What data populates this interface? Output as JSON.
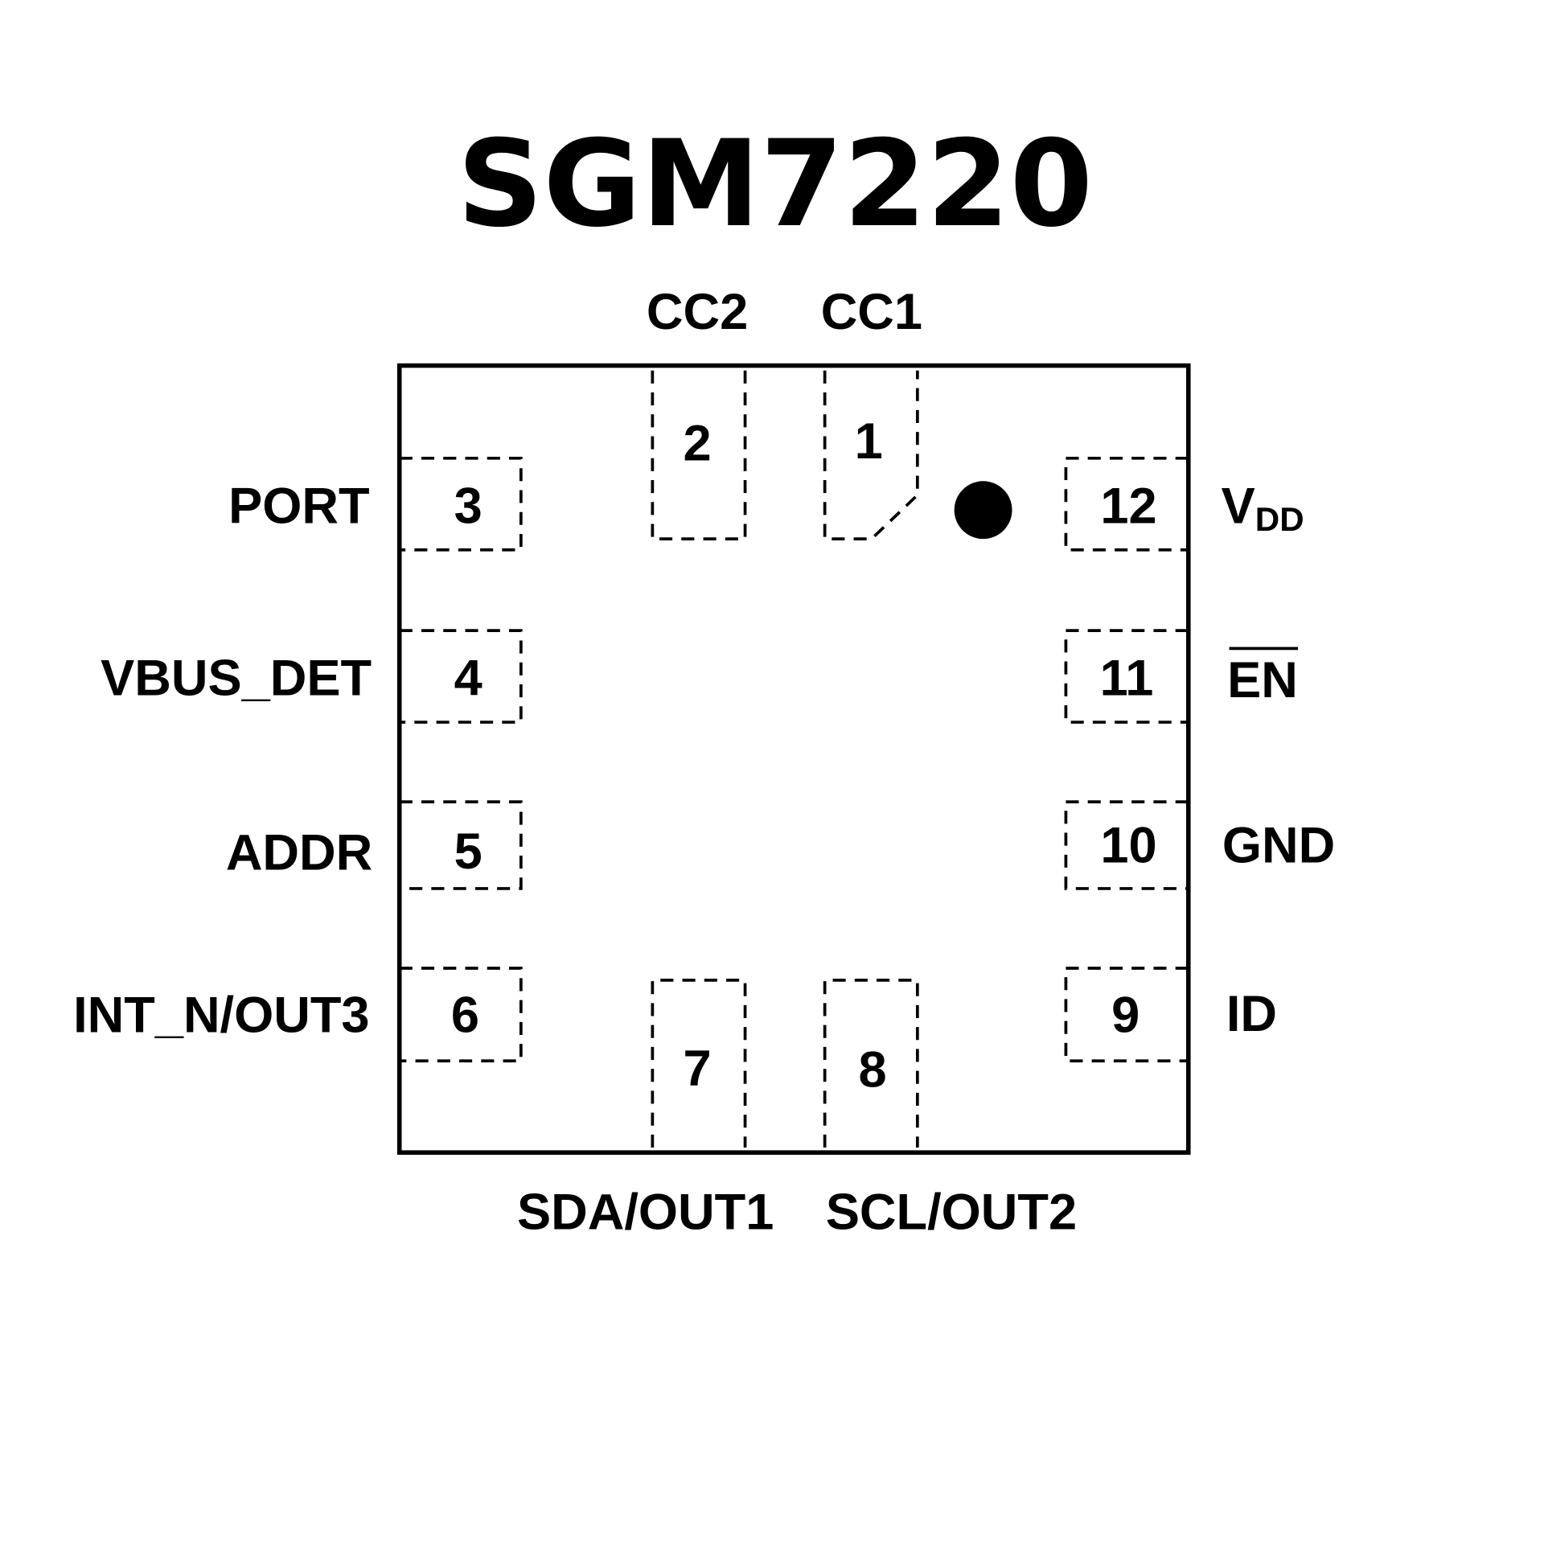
{
  "title": "SGM7220",
  "colors": {
    "ink": "#000000",
    "background": "#ffffff"
  },
  "pin1_marker": "dot-icon",
  "pins": {
    "p1": {
      "number": "1",
      "name": "CC1"
    },
    "p2": {
      "number": "2",
      "name": "CC2"
    },
    "p3": {
      "number": "3",
      "name": "PORT"
    },
    "p4": {
      "number": "4",
      "name": "VBUS_DET"
    },
    "p5": {
      "number": "5",
      "name": "ADDR"
    },
    "p6": {
      "number": "6",
      "name": "INT_N/OUT3"
    },
    "p7": {
      "number": "7",
      "name": "SDA/OUT1"
    },
    "p8": {
      "number": "8",
      "name": "SCL/OUT2"
    },
    "p9": {
      "number": "9",
      "name": "ID"
    },
    "p10": {
      "number": "10",
      "name": "GND"
    },
    "p11": {
      "number": "11",
      "name": "EN",
      "overbar": true
    },
    "p12": {
      "number": "12",
      "name": "V",
      "subscript": "DD"
    }
  }
}
